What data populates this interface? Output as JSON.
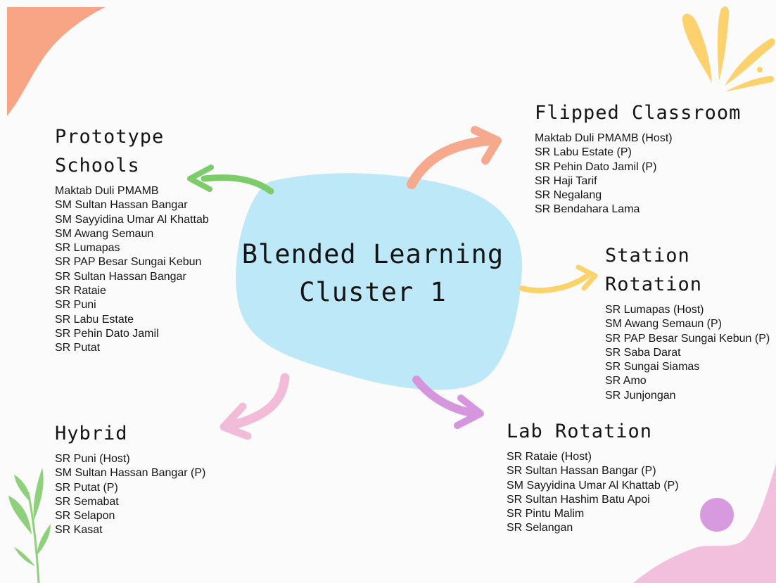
{
  "center": {
    "line1": "Blended Learning",
    "line2": "Cluster 1"
  },
  "groups": {
    "prototype": {
      "title1": "Prototype",
      "title2": "Schools",
      "items": [
        "Maktab Duli PMAMB",
        "SM Sultan Hassan Bangar",
        "SM Sayyidina Umar Al Khattab",
        "SM Awang Semaun",
        "SR Lumapas",
        "SR PAP Besar Sungai Kebun",
        "SR Sultan Hassan Bangar",
        "SR Rataie",
        "SR Puni",
        "SR Labu Estate",
        "SR Pehin Dato Jamil",
        "SR Putat"
      ]
    },
    "flipped": {
      "title1": "Flipped Classroom",
      "items": [
        "Maktab Duli PMAMB (Host)",
        "SR Labu Estate (P)",
        "SR Pehin Dato Jamil (P)",
        "SR Haji Tarif",
        "SR Negalang",
        "SR Bendahara Lama"
      ]
    },
    "station": {
      "title1": "Station",
      "title2": "Rotation",
      "items": [
        "SR Lumapas (Host)",
        "SM Awang Semaun (P)",
        "SR PAP Besar Sungai Kebun (P)",
        "SR Saba Darat",
        "SR Sungai Siamas",
        "SR Amo",
        "SR Junjongan"
      ]
    },
    "hybrid": {
      "title1": "Hybrid",
      "items": [
        "SR Puni (Host)",
        "SM Sultan Hassan Bangar (P)",
        "SR Putat (P)",
        "SR Semabat",
        "SR Selapon",
        "SR Kasat"
      ]
    },
    "lab": {
      "title1": "Lab Rotation",
      "items": [
        "SR Rataie (Host)",
        "SR Sultan Hassan Bangar (P)",
        "SM Sayyidina Umar Al Khattab (P)",
        "SR Sultan Hashim Batu Apoi",
        "SR Pintu Malim",
        "SR Selangan"
      ]
    }
  },
  "colors": {
    "blob": "#bde8f7",
    "arrow_prototype": "#7dcc6c",
    "arrow_flipped": "#f6a98c",
    "arrow_station": "#fcd36a",
    "arrow_hybrid": "#f2bcd8",
    "arrow_lab": "#d696de",
    "corner_orange": "#f7a585",
    "corner_yellow": "#fdd16e",
    "corner_pink": "#f2bfdd",
    "dot_purple": "#d79ade",
    "leaf_green": "#8ed17a"
  }
}
